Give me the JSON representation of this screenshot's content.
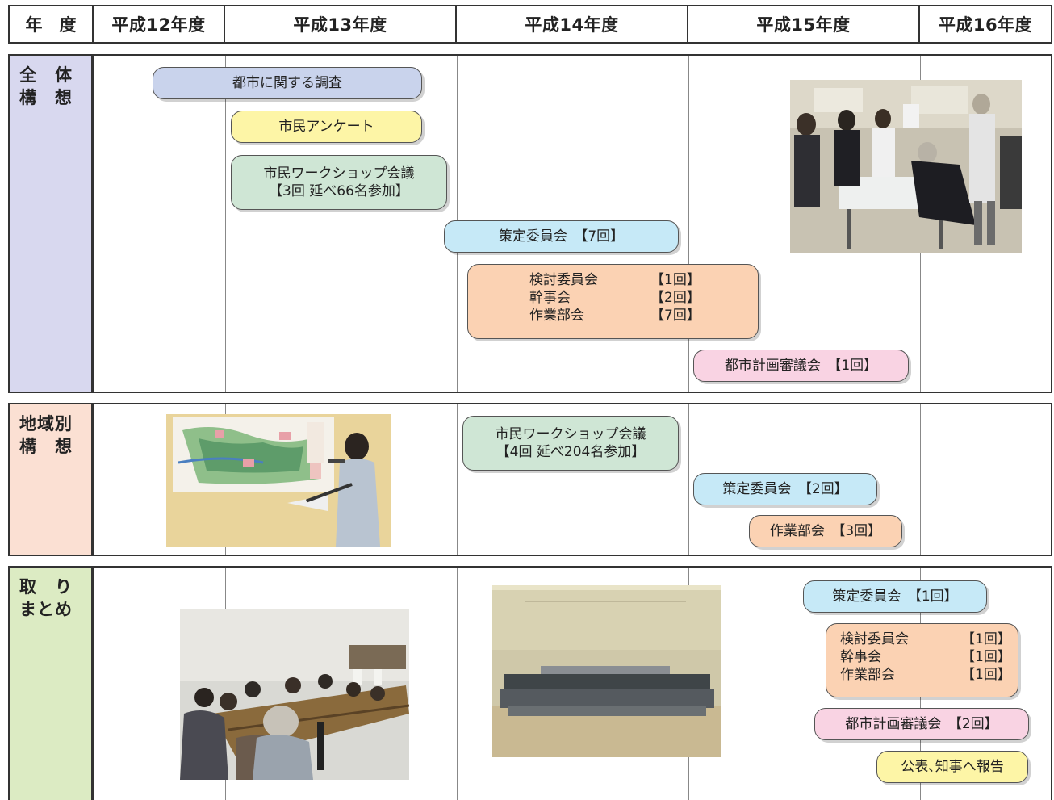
{
  "header": {
    "year_label": "年　度",
    "years": [
      "平成12年度",
      "平成13年度",
      "平成14年度",
      "平成15年度",
      "平成16年度"
    ]
  },
  "sections": {
    "overall": {
      "label_line1": "全　体",
      "label_line2": "構　想",
      "items": {
        "survey": "都市に関する調査",
        "questionnaire": "市民アンケート",
        "workshop_line1": "市民ワークショップ会議",
        "workshop_line2": "【3回 延べ66名参加】",
        "committee": "策定委員会　【7回】",
        "review_rows": [
          {
            "name": "検討委員会",
            "count": "【1回】"
          },
          {
            "name": "幹事会",
            "count": "【2回】"
          },
          {
            "name": "作業部会",
            "count": "【7回】"
          }
        ],
        "planning_council": "都市計画審議会　【1回】"
      }
    },
    "regional": {
      "label_line1": "地域別",
      "label_line2": "構　想",
      "items": {
        "workshop_line1": "市民ワークショップ会議",
        "workshop_line2": "【4回 延べ204名参加】",
        "committee": "策定委員会　【2回】",
        "working_group": "作業部会　【3回】"
      }
    },
    "summary": {
      "label_line1": "取　り",
      "label_line2": "まとめ",
      "items": {
        "committee": "策定委員会　【1回】",
        "review_rows": [
          {
            "name": "検討委員会",
            "count": "【1回】"
          },
          {
            "name": "幹事会",
            "count": "【1回】"
          },
          {
            "name": "作業部会",
            "count": "【1回】"
          }
        ],
        "planning_council": "都市計画審議会　【2回】",
        "report": "公表､知事へ報告"
      }
    }
  },
  "colors": {
    "survey": "#c9d3ec",
    "questionnaire": "#fdf5a6",
    "workshop": "#cfe6d5",
    "committee": "#c6e9f7",
    "review": "#fbd2b3",
    "council": "#f9d3e3",
    "label_overall": "#d8d8ef",
    "label_regional": "#fbe0d3",
    "label_summary": "#dcebc3"
  }
}
